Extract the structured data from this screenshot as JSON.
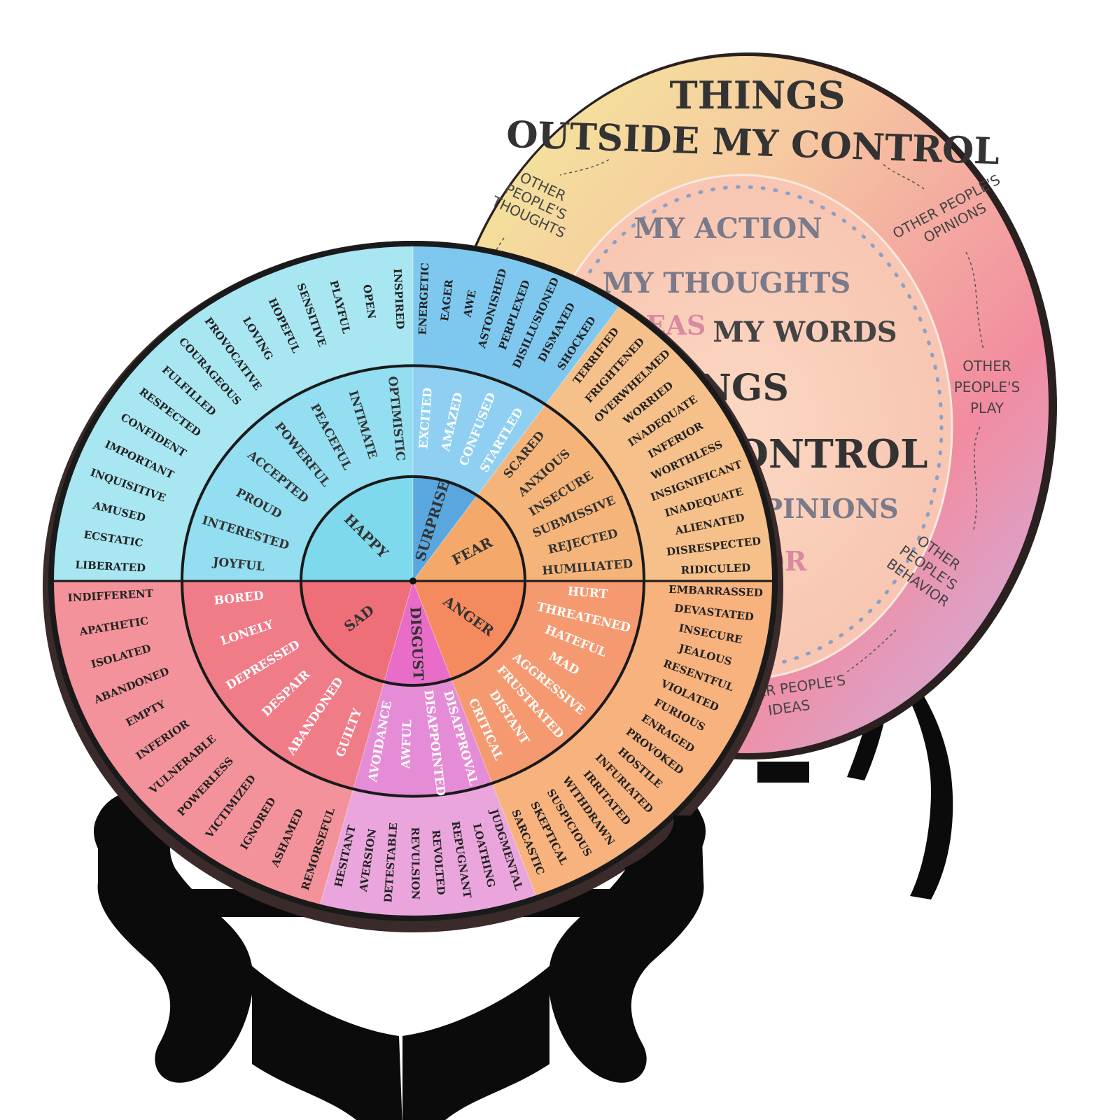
{
  "control_plate": {
    "title_line1": "THINGS",
    "title_line2": "OUTSIDE MY CONTROL",
    "inner_visible": [
      "MY ACTION",
      "MY THOUGHTS",
      "IDEAS",
      "MY WORDS",
      "INGS",
      "CONTROL",
      "OPINIONS",
      "OR"
    ],
    "outer_labels": {
      "thoughts": [
        "OTHER",
        "PEOPLE'S",
        "THOUGHTS"
      ],
      "opinions": [
        "OTHER PEOPLE'S",
        "OPINIONS"
      ],
      "play": [
        "OTHER",
        "PEOPLE'S",
        "PLAY"
      ],
      "behavior": [
        "OTHER",
        "PEOPLE'S",
        "BEHAVIOR"
      ],
      "ideas": [
        "OTHER PEOPLE'S",
        "IDEAS"
      ]
    }
  },
  "feelings_wheel": {
    "core": [
      {
        "label": "HAPPY",
        "color": "#7fd9ec"
      },
      {
        "label": "SURPRISE",
        "color": "#5aa7e0"
      },
      {
        "label": "FEAR",
        "color": "#f4a86a"
      },
      {
        "label": "ANGER",
        "color": "#f48a5e"
      },
      {
        "label": "DISGUST",
        "color": "#e86cc8"
      },
      {
        "label": "SAD",
        "color": "#ef6f78"
      }
    ],
    "middle": {
      "happy": [
        "JOYFUL",
        "INTERESTED",
        "PROUD",
        "ACCEPTED",
        "POWERFUL",
        "PEACEFUL",
        "INTIMATE",
        "OPTIMISTIC"
      ],
      "surprise": [
        "EXCITED",
        "AMAZED",
        "CONFUSED",
        "STARTLED"
      ],
      "fear": [
        "SCARED",
        "ANXIOUS",
        "INSECURE",
        "SUBMISSIVE",
        "REJECTED",
        "HUMILIATED"
      ],
      "anger": [
        "HURT",
        "THREATENED",
        "HATEFUL",
        "MAD",
        "AGGRESSIVE",
        "FRUSTRATED",
        "DISTANT",
        "CRITICAL"
      ],
      "disgust": [
        "DISAPPROVAL",
        "DISAPPOINTED",
        "AWFUL",
        "AVOIDANCE"
      ],
      "sad": [
        "GUILTY",
        "ABANDONED",
        "DESPAIR",
        "DEPRESSED",
        "LONELY",
        "BORED"
      ]
    },
    "outer": {
      "happy": [
        "LIBERATED",
        "ECSTATIC",
        "AMUSED",
        "INQUISITIVE",
        "IMPORTANT",
        "CONFIDENT",
        "RESPECTED",
        "FULFILLED",
        "COURAGEOUS",
        "PROVOCATIVE",
        "LOVING",
        "HOPEFUL",
        "SENSITIVE",
        "PLAYFUL",
        "OPEN",
        "INSPIRED"
      ],
      "surprise": [
        "ENERGETIC",
        "EAGER",
        "AWE",
        "ASTONISHED",
        "PERPLEXED",
        "DISILLUSIONED",
        "DISMAYED",
        "SHOCKED"
      ],
      "fear": [
        "TERRIFIED",
        "FRIGHTENED",
        "OVERWHELMED",
        "WORRIED",
        "INADEQUATE",
        "INFERIOR",
        "WORTHLESS",
        "INSIGNIFICANT",
        "INADEQUATE",
        "ALIENATED",
        "DISRESPECTED",
        "RIDICULED"
      ],
      "anger": [
        "EMBARRASSED",
        "DEVASTATED",
        "INSECURE",
        "JEALOUS",
        "RESENTFUL",
        "VIOLATED",
        "FURIOUS",
        "ENRAGED",
        "PROVOKED",
        "HOSTILE",
        "INFURIATED",
        "IRRITATED",
        "WITHDRAWN",
        "SUSPICIOUS",
        "SKEPTICAL",
        "SARCASTIC"
      ],
      "disgust": [
        "JUDGMENTAL",
        "LOATHING",
        "REPUGNANT",
        "REVOLTED",
        "REVULSION",
        "DETESTABLE",
        "AVERSION",
        "HESITANT"
      ],
      "sad": [
        "REMORSEFUL",
        "ASHAMED",
        "IGNORED",
        "VICTIMIZED",
        "POWERLESS",
        "VULNERABLE",
        "INFERIOR",
        "EMPTY",
        "ABANDONED",
        "ISOLATED",
        "APATHETIC",
        "INDIFFERENT"
      ]
    }
  },
  "colors": {
    "stand": "#0b0b0b",
    "ring_line": "#1a1a1a",
    "happy_outer": "#a8e6f2",
    "surprise_outer": "#7ec8f0",
    "fear_outer": "#f6c08a",
    "anger_outer": "#f7b27e",
    "disgust_outer": "#eaa6dc",
    "sad_outer": "#f3929a"
  }
}
